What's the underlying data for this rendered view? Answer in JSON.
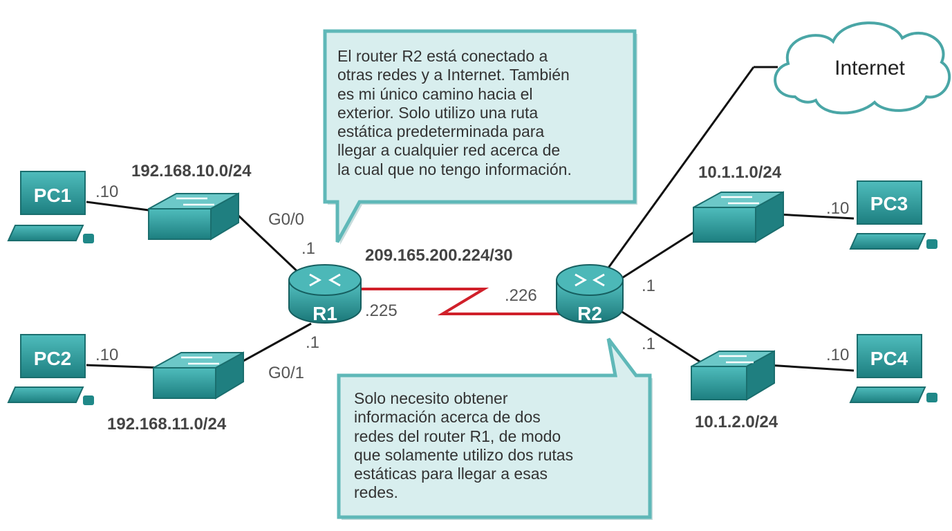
{
  "callouts": {
    "r2_text": "El router R2 está conectado a\notras redes y a Internet. También\nes mi único camino hacia el\nexterior. Solo utilizo una ruta\nestática predeterminada para\nllegar a cualquier red acerca de\nla cual que no tengo información.",
    "r1_text": "Solo necesito obtener\ninformación acerca de dos\nredes del router R1, de modo\nque solamente utilizo dos rutas\nestáticas para llegar a esas\nredes."
  },
  "networks": {
    "lan1": "192.168.10.0/24",
    "lan2": "192.168.11.0/24",
    "wan": "209.165.200.224/30",
    "lan3": "10.1.1.0/24",
    "lan4": "10.1.2.0/24"
  },
  "devices": {
    "pc1": "PC1",
    "pc2": "PC2",
    "pc3": "PC3",
    "pc4": "PC4",
    "r1": "R1",
    "r2": "R2",
    "internet": "Internet"
  },
  "addresses": {
    "pc1_host": ".10",
    "pc2_host": ".10",
    "pc3_host": ".10",
    "pc4_host": ".10",
    "r1_g00": ".1",
    "r1_g01": ".1",
    "r1_wan": ".225",
    "r2_wan": ".226",
    "r2_lan3": ".1",
    "r2_lan4": ".1"
  },
  "interfaces": {
    "g00": "G0/0",
    "g01": "G0/1"
  },
  "colors": {
    "device": "#2e9a9a",
    "callout_fill": "#d8eeee",
    "callout_border": "#5fb8b8",
    "serial_link": "#d0202a",
    "cable": "#111111"
  }
}
